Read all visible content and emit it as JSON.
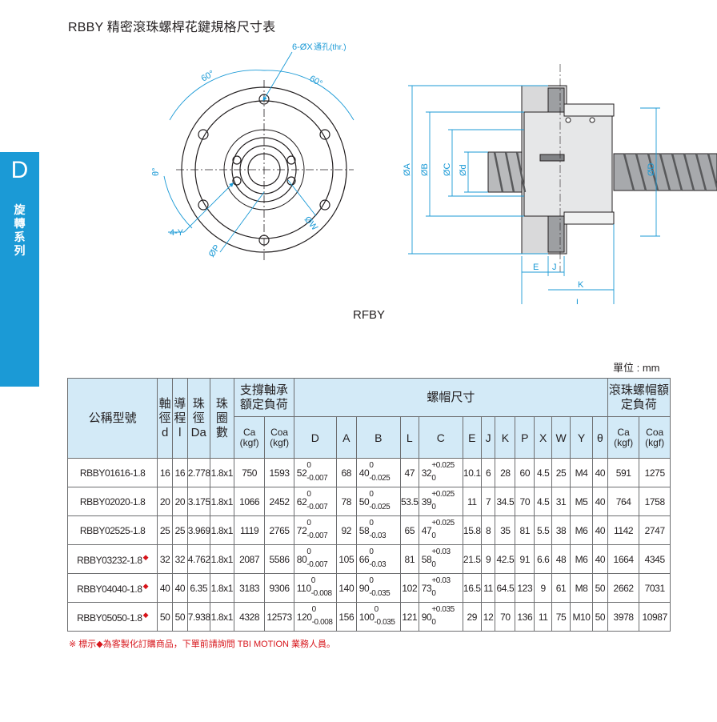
{
  "page": {
    "title": "RBBY 精密滾珠螺桿花鍵規格尺寸表",
    "side_tab": {
      "letter": "D",
      "label": [
        "旋",
        "轉",
        "系",
        "列"
      ]
    },
    "model_name": "RFBY",
    "unit": "單位 : mm",
    "footnote": "※ 標示◆為客製化訂購商品，下單前請詢問 TBI MOTION 業務人員。",
    "accent_color": "#1b9ad6",
    "header_bg": "#d3eaf7",
    "diamond_color": "#d7141a"
  },
  "drawing": {
    "front": {
      "hole_label": "6-ØX",
      "hole_label_small": "通孔(thr.)",
      "angle_left": "60°",
      "angle_right": "60°",
      "theta": "θ°",
      "y_label": "4-Y",
      "p_label": "ØP",
      "w_label": "ØW"
    },
    "side": {
      "d_labels": [
        "ØA",
        "ØB",
        "ØC",
        "Ød",
        "ØD"
      ],
      "e": "E",
      "j": "J",
      "k": "K",
      "l": "L"
    }
  },
  "table": {
    "header": {
      "model": "公稱型號",
      "shaft": [
        "軸",
        "徑",
        "d"
      ],
      "lead": [
        "導",
        "程",
        "l"
      ],
      "ball": [
        "珠",
        "徑",
        "Da"
      ],
      "circuits": [
        "珠",
        "圈",
        "數"
      ],
      "support_group": "支撐軸承額定負荷",
      "nut_group": "螺帽尺寸",
      "ball_nut_group": "滾珠螺帽額定負荷",
      "ca": "Ca",
      "coa": "Coa",
      "unit": "(kgf)",
      "dims": [
        "D",
        "A",
        "B",
        "L",
        "C",
        "E",
        "J",
        "K",
        "P",
        "X",
        "W",
        "Y",
        "θ"
      ]
    },
    "rows": [
      {
        "model": "RBBY01616-1.8",
        "custom": false,
        "d": "16",
        "l": "16",
        "da": "2.778",
        "n": "1.8x1",
        "ca1": "750",
        "coa1": "1593",
        "D": "52",
        "D_up": "0",
        "D_dn": "-0.007",
        "A": "68",
        "B": "40",
        "B_up": "0",
        "B_dn": "-0.025",
        "L": "47",
        "C": "32",
        "C_up": "+0.025",
        "C_dn": "0",
        "E": "10.1",
        "J": "6",
        "K": "28",
        "P": "60",
        "X": "4.5",
        "W": "25",
        "Y": "M4",
        "T": "40",
        "ca2": "591",
        "coa2": "1275"
      },
      {
        "model": "RBBY02020-1.8",
        "custom": false,
        "d": "20",
        "l": "20",
        "da": "3.175",
        "n": "1.8x1",
        "ca1": "1066",
        "coa1": "2452",
        "D": "62",
        "D_up": "0",
        "D_dn": "-0.007",
        "A": "78",
        "B": "50",
        "B_up": "0",
        "B_dn": "-0.025",
        "L": "53.5",
        "C": "39",
        "C_up": "+0.025",
        "C_dn": "0",
        "E": "11",
        "J": "7",
        "K": "34.5",
        "P": "70",
        "X": "4.5",
        "W": "31",
        "Y": "M5",
        "T": "40",
        "ca2": "764",
        "coa2": "1758"
      },
      {
        "model": "RBBY02525-1.8",
        "custom": false,
        "d": "25",
        "l": "25",
        "da": "3.969",
        "n": "1.8x1",
        "ca1": "1119",
        "coa1": "2765",
        "D": "72",
        "D_up": "0",
        "D_dn": "-0.007",
        "A": "92",
        "B": "58",
        "B_up": "0",
        "B_dn": "-0.03",
        "L": "65",
        "C": "47",
        "C_up": "+0.025",
        "C_dn": "0",
        "E": "15.8",
        "J": "8",
        "K": "35",
        "P": "81",
        "X": "5.5",
        "W": "38",
        "Y": "M6",
        "T": "40",
        "ca2": "1142",
        "coa2": "2747"
      },
      {
        "model": "RBBY03232-1.8",
        "custom": true,
        "d": "32",
        "l": "32",
        "da": "4.762",
        "n": "1.8x1",
        "ca1": "2087",
        "coa1": "5586",
        "D": "80",
        "D_up": "0",
        "D_dn": "-0.007",
        "A": "105",
        "B": "66",
        "B_up": "0",
        "B_dn": "-0.03",
        "L": "81",
        "C": "58",
        "C_up": "+0.03",
        "C_dn": "0",
        "E": "21.5",
        "J": "9",
        "K": "42.5",
        "P": "91",
        "X": "6.6",
        "W": "48",
        "Y": "M6",
        "T": "40",
        "ca2": "1664",
        "coa2": "4345"
      },
      {
        "model": "RBBY04040-1.8",
        "custom": true,
        "d": "40",
        "l": "40",
        "da": "6.35",
        "n": "1.8x1",
        "ca1": "3183",
        "coa1": "9306",
        "D": "110",
        "D_up": "0",
        "D_dn": "-0.008",
        "A": "140",
        "B": "90",
        "B_up": "0",
        "B_dn": "-0.035",
        "L": "102",
        "C": "73",
        "C_up": "+0.03",
        "C_dn": "0",
        "E": "16.5",
        "J": "11",
        "K": "64.5",
        "P": "123",
        "X": "9",
        "W": "61",
        "Y": "M8",
        "T": "50",
        "ca2": "2662",
        "coa2": "7031"
      },
      {
        "model": "RBBY05050-1.8",
        "custom": true,
        "d": "50",
        "l": "50",
        "da": "7.938",
        "n": "1.8x1",
        "ca1": "4328",
        "coa1": "12573",
        "D": "120",
        "D_up": "0",
        "D_dn": "-0.008",
        "A": "156",
        "B": "100",
        "B_up": "0",
        "B_dn": "-0.035",
        "L": "121",
        "C": "90",
        "C_up": "+0.035",
        "C_dn": "0",
        "E": "29",
        "J": "12",
        "K": "70",
        "P": "136",
        "X": "11",
        "W": "75",
        "Y": "M10",
        "T": "50",
        "ca2": "3978",
        "coa2": "10987"
      }
    ]
  }
}
